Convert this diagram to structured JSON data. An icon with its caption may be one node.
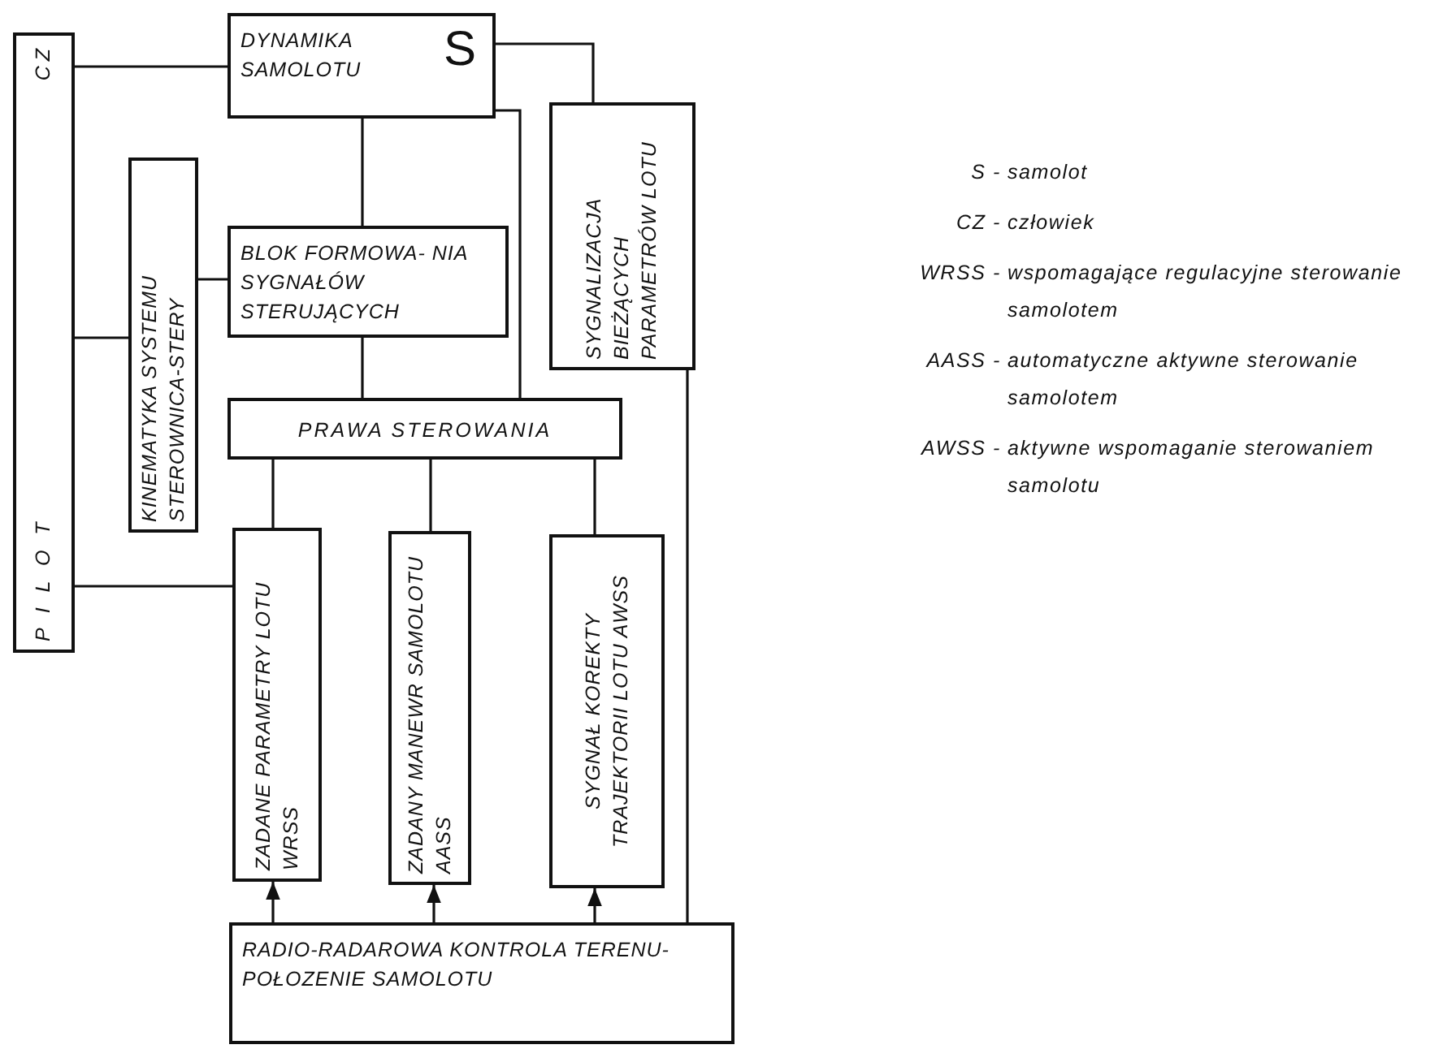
{
  "diagram": {
    "nodes": [
      {
        "text": [
          "P I L O T",
          "CZ"
        ]
      },
      {
        "text": [
          "DYNAMIKA SAMOLOTU",
          "S"
        ]
      },
      {
        "text": [
          "KINEMATYKA SYSTEMU STEROWNICA-STERY"
        ]
      },
      {
        "text": [
          "BLOK FORMOWA- NIA SYGNAŁÓW STERUJĄCYCH"
        ]
      },
      {
        "text": [
          "SYGNALIZACJA BIEŻĄCYCH PARAMETRÓW LOTU"
        ]
      },
      {
        "text": [
          "PRAWA STEROWANIA"
        ]
      },
      {
        "text": [
          "ZADANE PARAMETRY LOTU WRSS"
        ]
      },
      {
        "text": [
          "ZADANY MANEWR SAMOLOTU AASS"
        ]
      },
      {
        "text": [
          "SYGNAŁ KOREKTY TRAJEKTORII LOTU AWSS"
        ]
      },
      {
        "text": [
          "RADIO-RADAROWA KONTROLA TERENU-POŁOZENIE SAMOLOTU"
        ]
      }
    ],
    "edges": [
      {
        "from": 0,
        "to": 1,
        "arrow": "none"
      },
      {
        "from": 0,
        "to": 2,
        "arrow": "none"
      },
      {
        "from": 0,
        "to": 6,
        "arrow": "none"
      },
      {
        "from": 2,
        "to": 3,
        "arrow": "none"
      },
      {
        "from": 1,
        "to": 3,
        "arrow": "none"
      },
      {
        "from": 3,
        "to": 5,
        "arrow": "none"
      },
      {
        "from": 1,
        "to": 5,
        "arrow": "none"
      },
      {
        "from": 1,
        "to": 4,
        "arrow": "none"
      },
      {
        "from": 5,
        "to": 6,
        "arrow": "none"
      },
      {
        "from": 5,
        "to": 7,
        "arrow": "none"
      },
      {
        "from": 5,
        "to": 8,
        "arrow": "none"
      },
      {
        "from": 4,
        "to": 9,
        "arrow": "none"
      },
      {
        "from": 9,
        "to": 6,
        "arrow": "to"
      },
      {
        "from": 9,
        "to": 7,
        "arrow": "to"
      },
      {
        "from": 9,
        "to": 8,
        "arrow": "to"
      }
    ],
    "labels": [
      "S -",
      "samolot",
      "CZ -",
      "człowiek",
      "WRSS -",
      "wspomagające regulacyjne sterowanie samolotem",
      "AASS -",
      "automatyczne aktywne sterowanie samolotem",
      "AWSS -",
      "aktywne wspomaganie sterowaniem samolotu"
    ]
  }
}
